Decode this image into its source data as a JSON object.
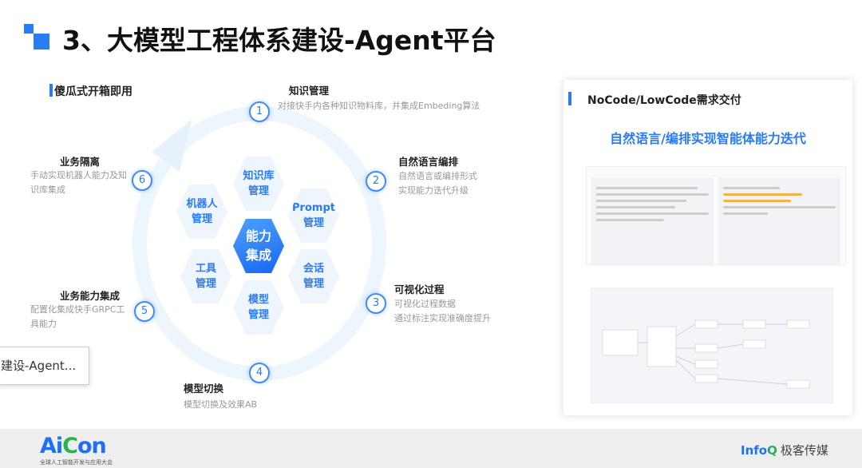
{
  "title": "3、大模型工程体系建设-Agent平台",
  "left": {
    "heading": "傻瓜式开箱即用",
    "center": "能力\n集成",
    "hexes": [
      "知识库\n管理",
      "Prompt\n管理",
      "会话\n管理",
      "模型\n管理",
      "工具\n管理",
      "机器人\n管理"
    ],
    "steps": [
      {
        "n": "1",
        "label": "知识管理",
        "desc": "对接快手内各种知识物料库，并集成Embeding算法"
      },
      {
        "n": "2",
        "label": "自然语言编排",
        "desc": "自然语言或编排形式\n实现能力迭代升级"
      },
      {
        "n": "3",
        "label": "可视化过程",
        "desc": "可视化过程数据\n通过标注实现准确度提升"
      },
      {
        "n": "4",
        "label": "模型切换",
        "desc": "模型切换及效果AB"
      },
      {
        "n": "5",
        "label": "业务能力集成",
        "desc": "配置化集成快手GRPC工具能力"
      },
      {
        "n": "6",
        "label": "业务隔离",
        "desc": "手动实现机器人能力及知识库集成"
      }
    ]
  },
  "tooltip": "建设-Agent...",
  "right": {
    "heading": "NoCode/LowCode需求交付",
    "subtitle": "自然语言/编排实现智能体能力迭代"
  },
  "footer": {
    "aicon": "AiCon",
    "aicon_sub": "全球人工智能开发与应用大会",
    "infoq": "InfoQ",
    "infoq_cn": "极客传媒"
  }
}
